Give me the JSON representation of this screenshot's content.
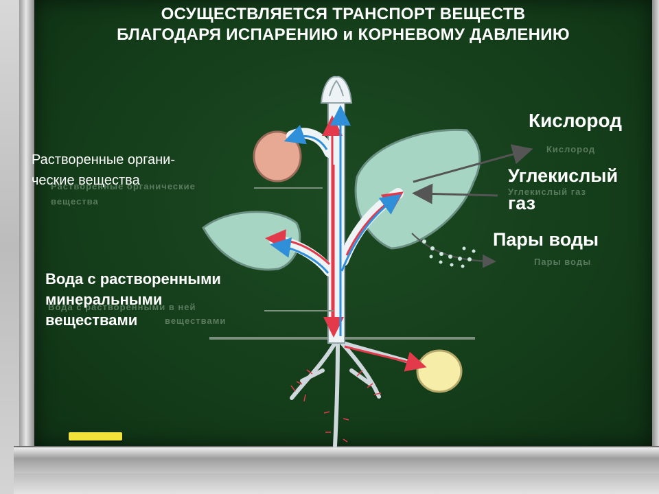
{
  "title": {
    "line1": "ОСУЩЕСТВЛЯЕТСЯ ТРАНСПОРТ  ВЕЩЕСТВ",
    "line2": "БЛАГОДАРЯ  ИСПАРЕНИЮ и КОРНЕВОМУ ДАВЛЕНИЮ"
  },
  "labels": {
    "oxygen": "Кислород",
    "co2_line1": "Углекислый",
    "co2_line2": "газ",
    "vapor": "Пары воды",
    "organic_line1": "Растворенные органи-",
    "organic_line2": "ческие вещества",
    "water_line1": "Вода с растворенными",
    "water_line2": "минеральными",
    "water_line3": "веществами"
  },
  "ghost_labels": {
    "oxygen": "Кислород",
    "co2": "Углекислый газ",
    "vapor": "Пары  воды",
    "organic_line1": "Растворенные  органические",
    "organic_line2": "вещества",
    "water_line1": "Вода с растворенными  в  ней",
    "water_line2": "веществами"
  },
  "colors": {
    "board": "#143d1a",
    "leaf": "#9fcfbc",
    "stem": "#e8eef2",
    "arrow_up": "#2f8fd8",
    "arrow_down": "#e23a4a",
    "fruit": "#e6a88e",
    "seed": "#f3e89a",
    "chalk": "#f2e23a"
  }
}
